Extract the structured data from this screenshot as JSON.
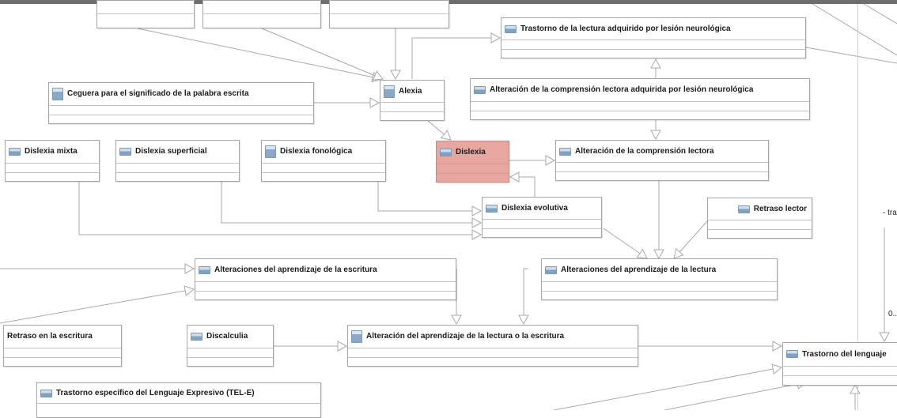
{
  "diagram": {
    "nodes": {
      "trastorno_lectura_adquirido": "Trastorno de la lectura adquirido por lesión neurológica",
      "ceguera": "Ceguera para el significado de la palabra escrita",
      "alexia": "Alexia",
      "alteracion_comprension_adquirida": "Alteración de la comprensión lectora adquirida por lesión neurológica",
      "dislexia_mixta": "Dislexia mixta",
      "dislexia_superficial": "Dislexia superficial",
      "dislexia_fonologica": "Dislexia fonológica",
      "dislexia": "Dislexia",
      "alteracion_comprension": "Alteración de la comprensión lectora",
      "dislexia_evolutiva": "Dislexia evolutiva",
      "retraso_lector": "Retraso lector",
      "alteraciones_escritura": "Alteraciones del aprendizaje de la escritura",
      "alteraciones_lectura": "Alteraciones del aprendizaje de la lectura",
      "retraso_escritura": "Retraso en la escritura",
      "discalculia": "Discalculia",
      "alteracion_lectura_escritura": "Alteración del aprendizaje de la lectura o la escritura",
      "trastorno_lenguaje": "Trastorno del lenguaje",
      "tel_e": "Trastorno específico del Lenguaje Expresivo (TEL-E)"
    },
    "fragments": {
      "right_label": "- tra",
      "multiplicity": "0..."
    },
    "colors": {
      "highlight": "#e8a6a0",
      "edge": "#a9a9a9",
      "node_border": "#a6a6a6"
    }
  }
}
